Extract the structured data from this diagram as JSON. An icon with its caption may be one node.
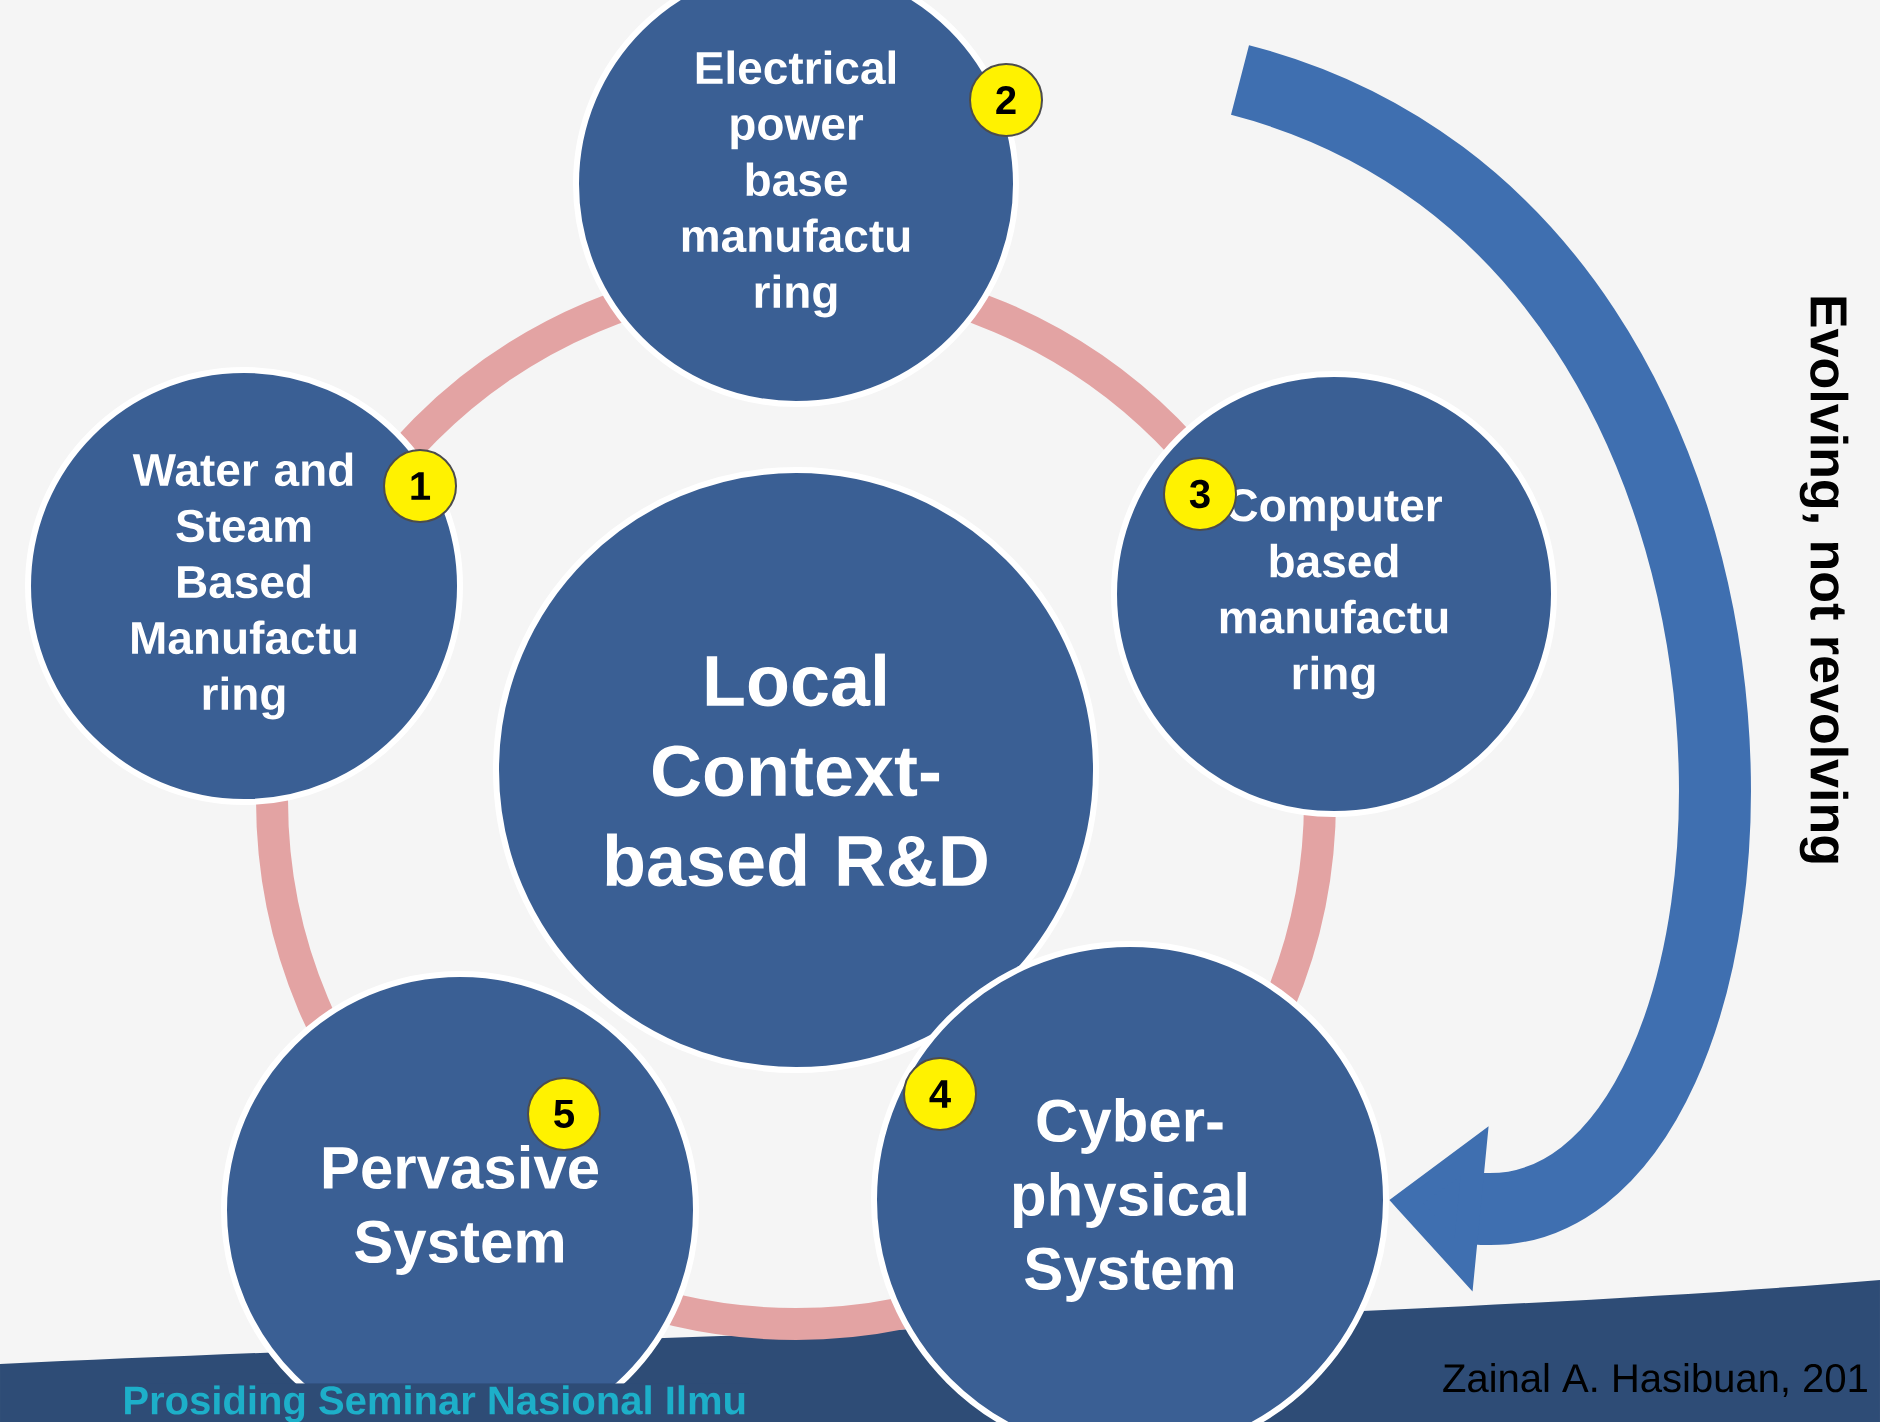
{
  "diagram": {
    "nodes": [
      {
        "text": [
          "Local Context-based R&D"
        ]
      },
      {
        "text": [
          "Water and Steam Based Manufactu ring"
        ]
      },
      {
        "text": [
          "Electrical power base manufactu ring"
        ]
      },
      {
        "text": [
          "Computer based manufactu ring"
        ]
      },
      {
        "text": [
          "Cyber-physical System"
        ]
      },
      {
        "text": [
          "Pervasive System"
        ]
      },
      {
        "text": [
          "1"
        ],
        "in": 1
      },
      {
        "text": [
          "2"
        ],
        "in": 2
      },
      {
        "text": [
          "3"
        ],
        "in": 3
      },
      {
        "text": [
          "4"
        ],
        "in": 4
      },
      {
        "text": [
          "5"
        ],
        "in": 5
      }
    ],
    "edges": [
      {
        "from": null,
        "to": 4,
        "arrow": "to",
        "label": "Evolving, not revolving"
      }
    ],
    "labels": [
      "Prosiding Seminar Nasional Ilmu",
      "Zainal A. Hasibuan, 201"
    ]
  }
}
